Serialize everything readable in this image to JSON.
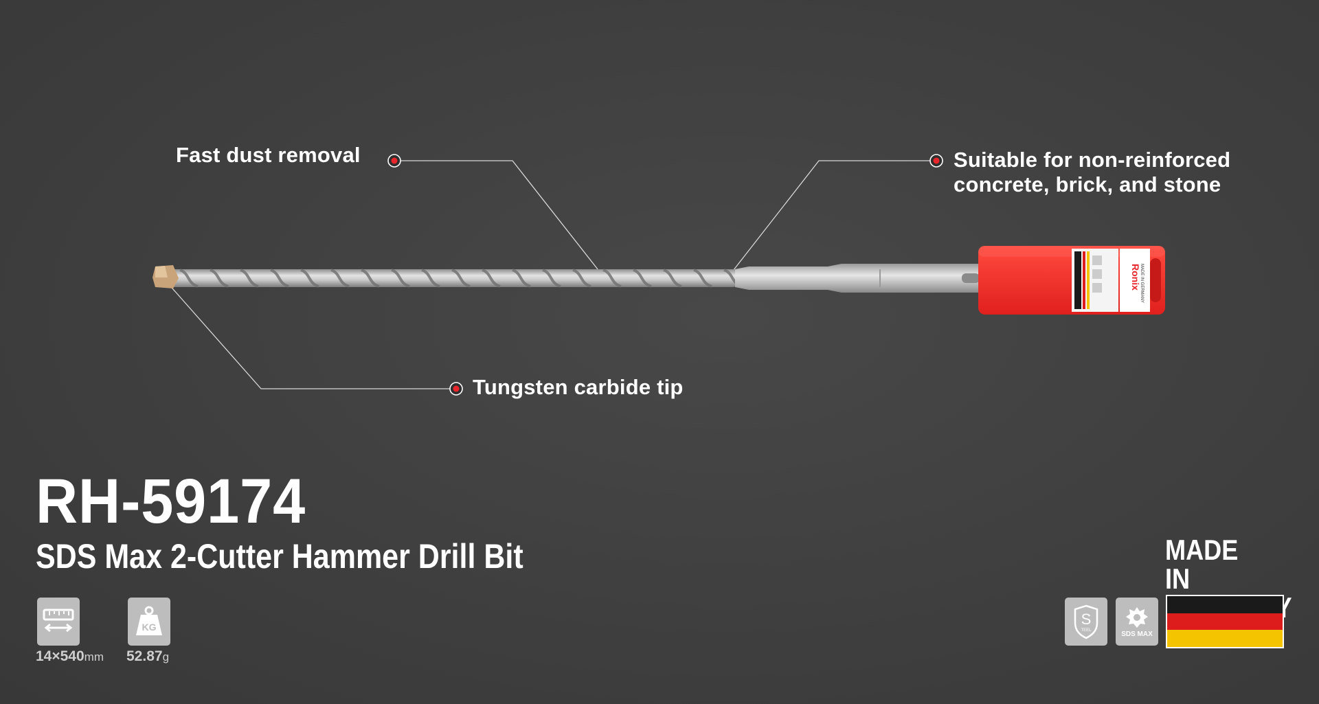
{
  "callouts": {
    "dust": "Fast dust removal",
    "suitable_line1": "Suitable for non-reinforced",
    "suitable_line2": "concrete, brick, and stone",
    "tip": "Tungsten carbide tip"
  },
  "product": {
    "model": "RH-59174",
    "description": "SDS Max 2-Cutter Hammer Drill Bit",
    "brand": "Ronix",
    "packaging_text": "MADE IN GERMANY"
  },
  "specs": {
    "size_value": "14×540",
    "size_unit": "mm",
    "size_icon": "ruler-icon",
    "weight_value": "52.87",
    "weight_unit": "g",
    "weight_icon": "weight-kg-icon",
    "weight_icon_text": "KG"
  },
  "badges": {
    "steel_letter": "S",
    "steel_caption": "TEEL",
    "sds_caption": "SDS MAX"
  },
  "origin": {
    "made_in": "MADE IN GERMANY",
    "flag_colors": [
      "#1a1a1a",
      "#dd1c1c",
      "#f5c400"
    ]
  },
  "colors": {
    "background": "#424242",
    "accent": "#e8262b",
    "tile": "#bdbdbd"
  }
}
